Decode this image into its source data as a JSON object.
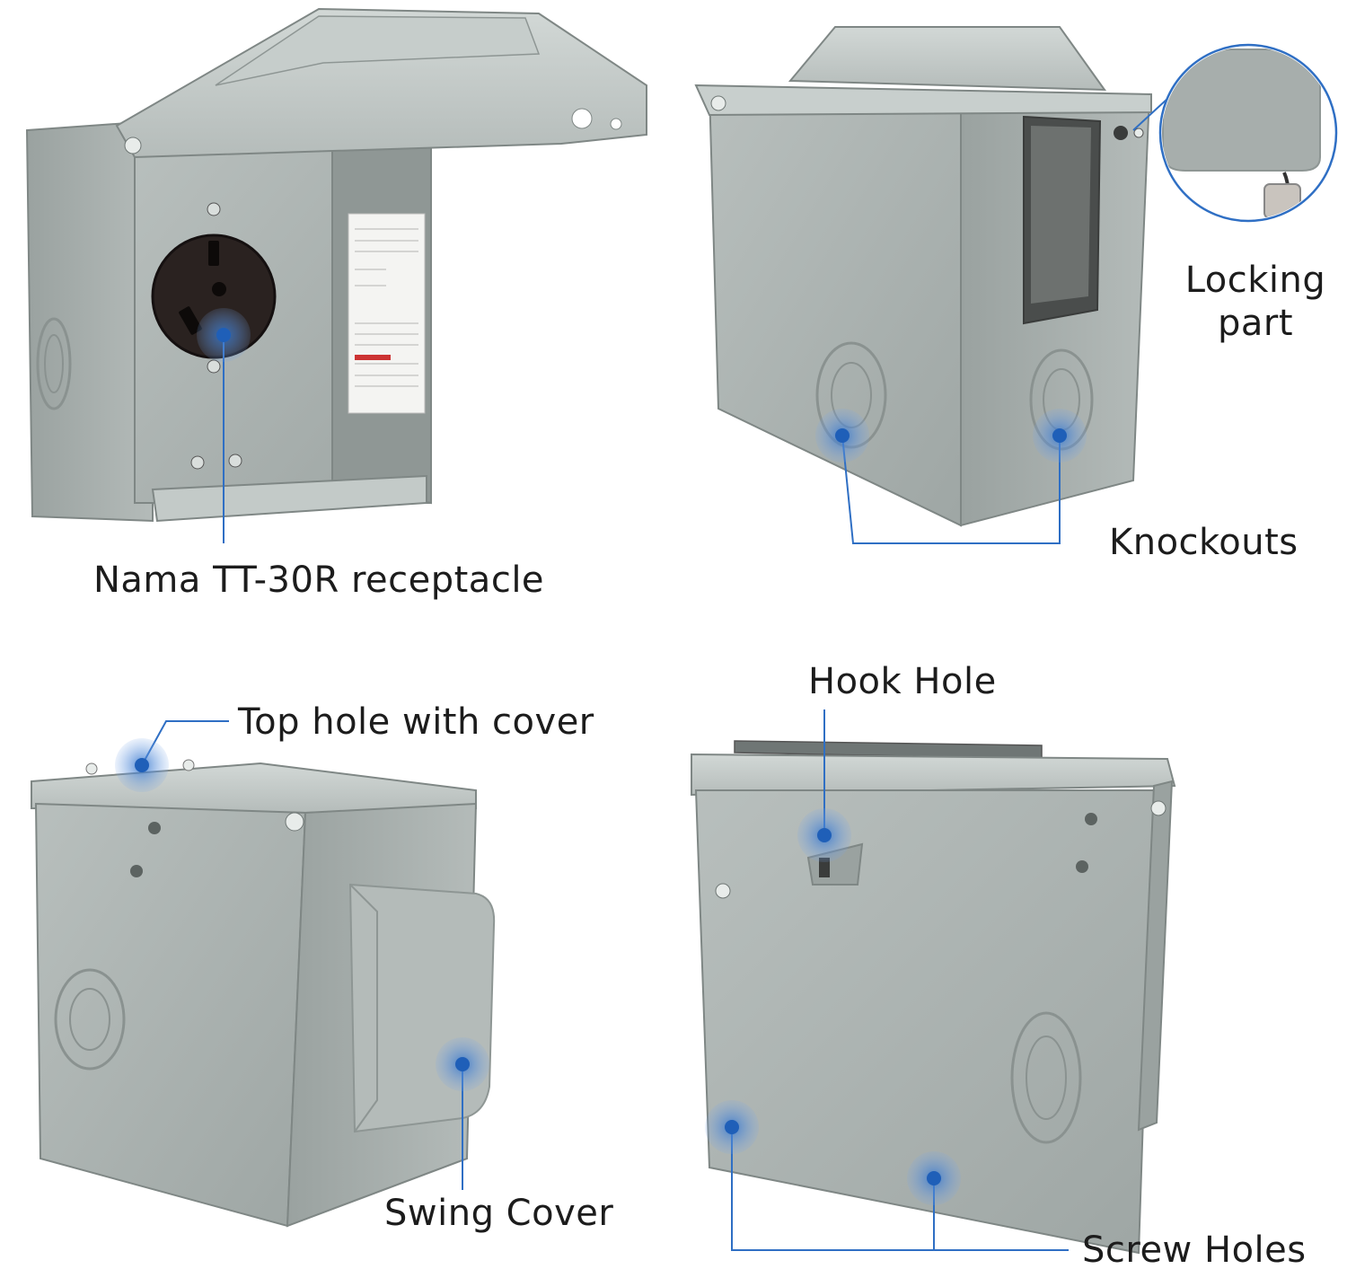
{
  "callouts": {
    "receptacle": "Nama TT-30R receptacle",
    "locking": "Locking part",
    "knockouts": "Knockouts",
    "top_hole": "Top hole with cover",
    "hook_hole": "Hook Hole",
    "swing_cover": "Swing Cover",
    "screw_holes": "Screw Holes"
  },
  "colors": {
    "enclosure": "#a9b0ae",
    "enclosure_dark": "#8e9694",
    "callout_blue": "#2f6fc4",
    "receptacle": "#2a2220",
    "label_text": "#1c1c1c"
  }
}
